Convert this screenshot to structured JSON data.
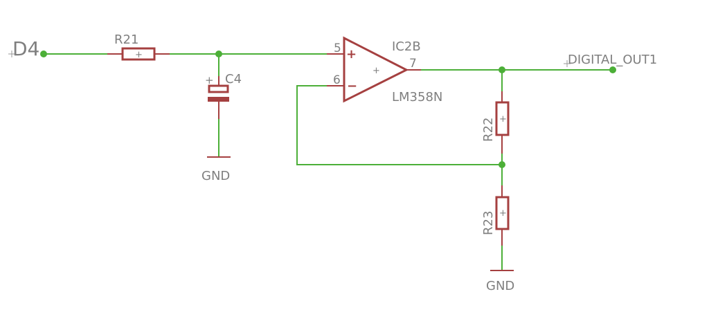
{
  "schematic": {
    "input_label": "D4",
    "r21_label": "R21",
    "c4_label": "C4",
    "c4_plus": "+",
    "gnd_left": "GND",
    "opamp_name": "IC2B",
    "opamp_part": "LM358N",
    "pin5": "5",
    "pin6": "6",
    "pin7": "7",
    "noninv_sign": "+",
    "inv_sign": "−",
    "output_label": "DIGITAL_OUT1",
    "r22_label": "R22",
    "r23_label": "R23",
    "gnd_right": "GND",
    "res_marker": "+",
    "colors": {
      "wire": "#4caf38",
      "part": "#a54040",
      "text": "#7f7f7f"
    }
  }
}
